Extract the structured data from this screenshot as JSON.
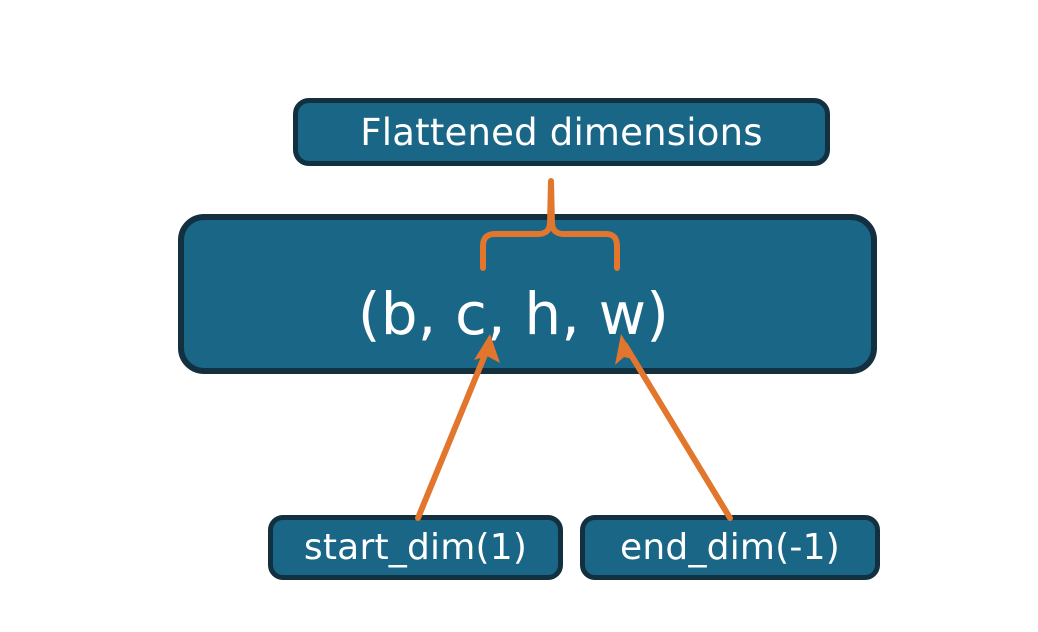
{
  "diagram": {
    "title_box": {
      "label": "Flattened dimensions",
      "name": "flattened-dimensions-box"
    },
    "shape_box": {
      "label": "(b, c, h, w)",
      "name": "tensor-shape-box",
      "dims": [
        "b",
        "c",
        "h",
        "w"
      ]
    },
    "argument_boxes": [
      {
        "label": "start_dim(1)",
        "name": "start-dim-box",
        "value": 1
      },
      {
        "label": "end_dim(-1)",
        "name": "end-dim-box",
        "value": -1
      }
    ],
    "annotations": {
      "brace": {
        "name": "flattened-range-brace",
        "spans_dims": [
          "c",
          "h",
          "w"
        ]
      },
      "arrows": [
        {
          "name": "start-dim-arrow",
          "points_to": "c"
        },
        {
          "name": "end-dim-arrow",
          "points_to": "w"
        }
      ]
    },
    "colors": {
      "box_fill": "#1a6686",
      "box_border": "#12303f",
      "accent": "#e2762c",
      "text": "#ffffff",
      "background": "#ffffff"
    }
  }
}
